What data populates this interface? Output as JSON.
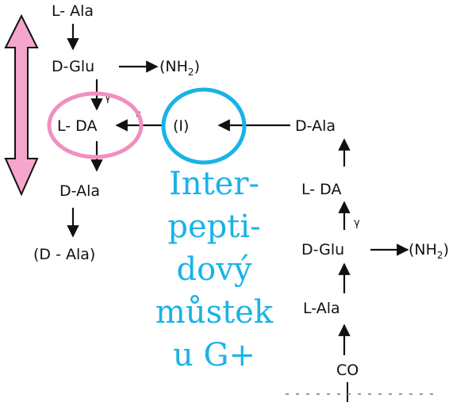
{
  "left_chain": {
    "l_ala": "L- Ala",
    "d_glu": "D-Glu",
    "nh2_main": "(NH",
    "nh2_sub": "2",
    "nh2_close": ")",
    "gamma": "γ",
    "l_da": "L- DA",
    "epsilon": "ε",
    "d_ala": "D-Ala",
    "d_ala_paren": "(D - Ala)"
  },
  "bridge": {
    "symbol": "(I)",
    "caption_lines": [
      "Inter-",
      "pepti-",
      "dový",
      "můstek",
      "u G+"
    ]
  },
  "right_chain": {
    "d_ala": "D-Ala",
    "l_da": "L- DA",
    "gamma": "γ",
    "d_glu": "D-Glu",
    "nh2_main": "(NH",
    "nh2_sub": "2",
    "nh2_close": ")",
    "l_ala": "L-Ala",
    "co": "CO"
  },
  "colors": {
    "text": "#111111",
    "pink": "#f08fc0",
    "cyan": "#19b3e6"
  }
}
